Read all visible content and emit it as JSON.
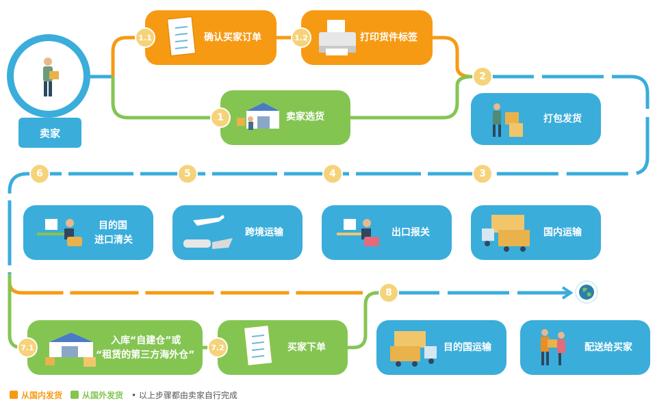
{
  "seller": {
    "label": "卖家"
  },
  "steps": {
    "s1_1": {
      "num": "1.1",
      "label": "确认买家订单"
    },
    "s1_2": {
      "num": "1.2",
      "label": "打印货件标签"
    },
    "s1": {
      "num": "1",
      "label": "卖家选货"
    },
    "s2": {
      "num": "2",
      "label": "打包发货"
    },
    "s3": {
      "num": "3",
      "label": "国内运输"
    },
    "s4": {
      "num": "4",
      "label": "出口报关"
    },
    "s5": {
      "num": "5",
      "label": "跨境运输"
    },
    "s6": {
      "num": "6",
      "label_line1": "目的国",
      "label_line2": "进口清关"
    },
    "s7_1": {
      "num": "7.1",
      "label_line1": "入库“自建仓”或",
      "label_line2": "“租赁的第三方海外仓”"
    },
    "s7_2": {
      "num": "7.2",
      "label": "买家下单"
    },
    "s8": {
      "num": "8",
      "label": "目的国运输"
    },
    "s9": {
      "label": "配送给买家"
    }
  },
  "legend": {
    "domestic": "从国内发货",
    "overseas": "从国外发货",
    "note": "• 以上步骤都由卖家自行完成"
  },
  "colors": {
    "orange": "#F79A13",
    "green": "#84C552",
    "blue": "#3AADDB",
    "badge": "#F6D37A"
  }
}
